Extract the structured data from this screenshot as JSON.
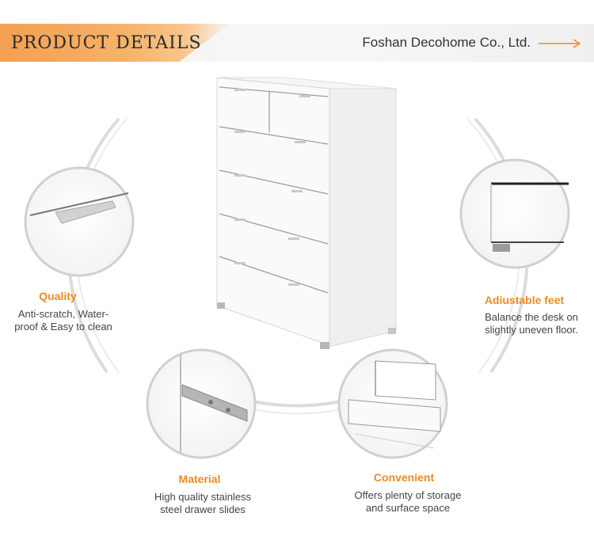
{
  "header": {
    "title": "PRODUCT DETAILS",
    "company": "Foshan Decohome Co., Ltd."
  },
  "colors": {
    "accent": "#ef8a1e",
    "header_tab": "#f3a052"
  },
  "features": [
    {
      "id": "quality",
      "title": "Quality",
      "desc_lines": [
        "Anti-scratch, Water-",
        "proof & Easy to clean"
      ]
    },
    {
      "id": "adjustable_feet",
      "title": "Adiustable feet",
      "desc_lines": [
        "Balance the desk on",
        "slightly uneven floor."
      ]
    },
    {
      "id": "material",
      "title": "Material",
      "desc_lines": [
        "High quality stainless",
        "steel drawer slides"
      ]
    },
    {
      "id": "convenient",
      "title": "Convenient",
      "desc_lines": [
        "Offers plenty of storage",
        "and surface space"
      ]
    }
  ],
  "icons": [
    "arrow-right-icon"
  ]
}
